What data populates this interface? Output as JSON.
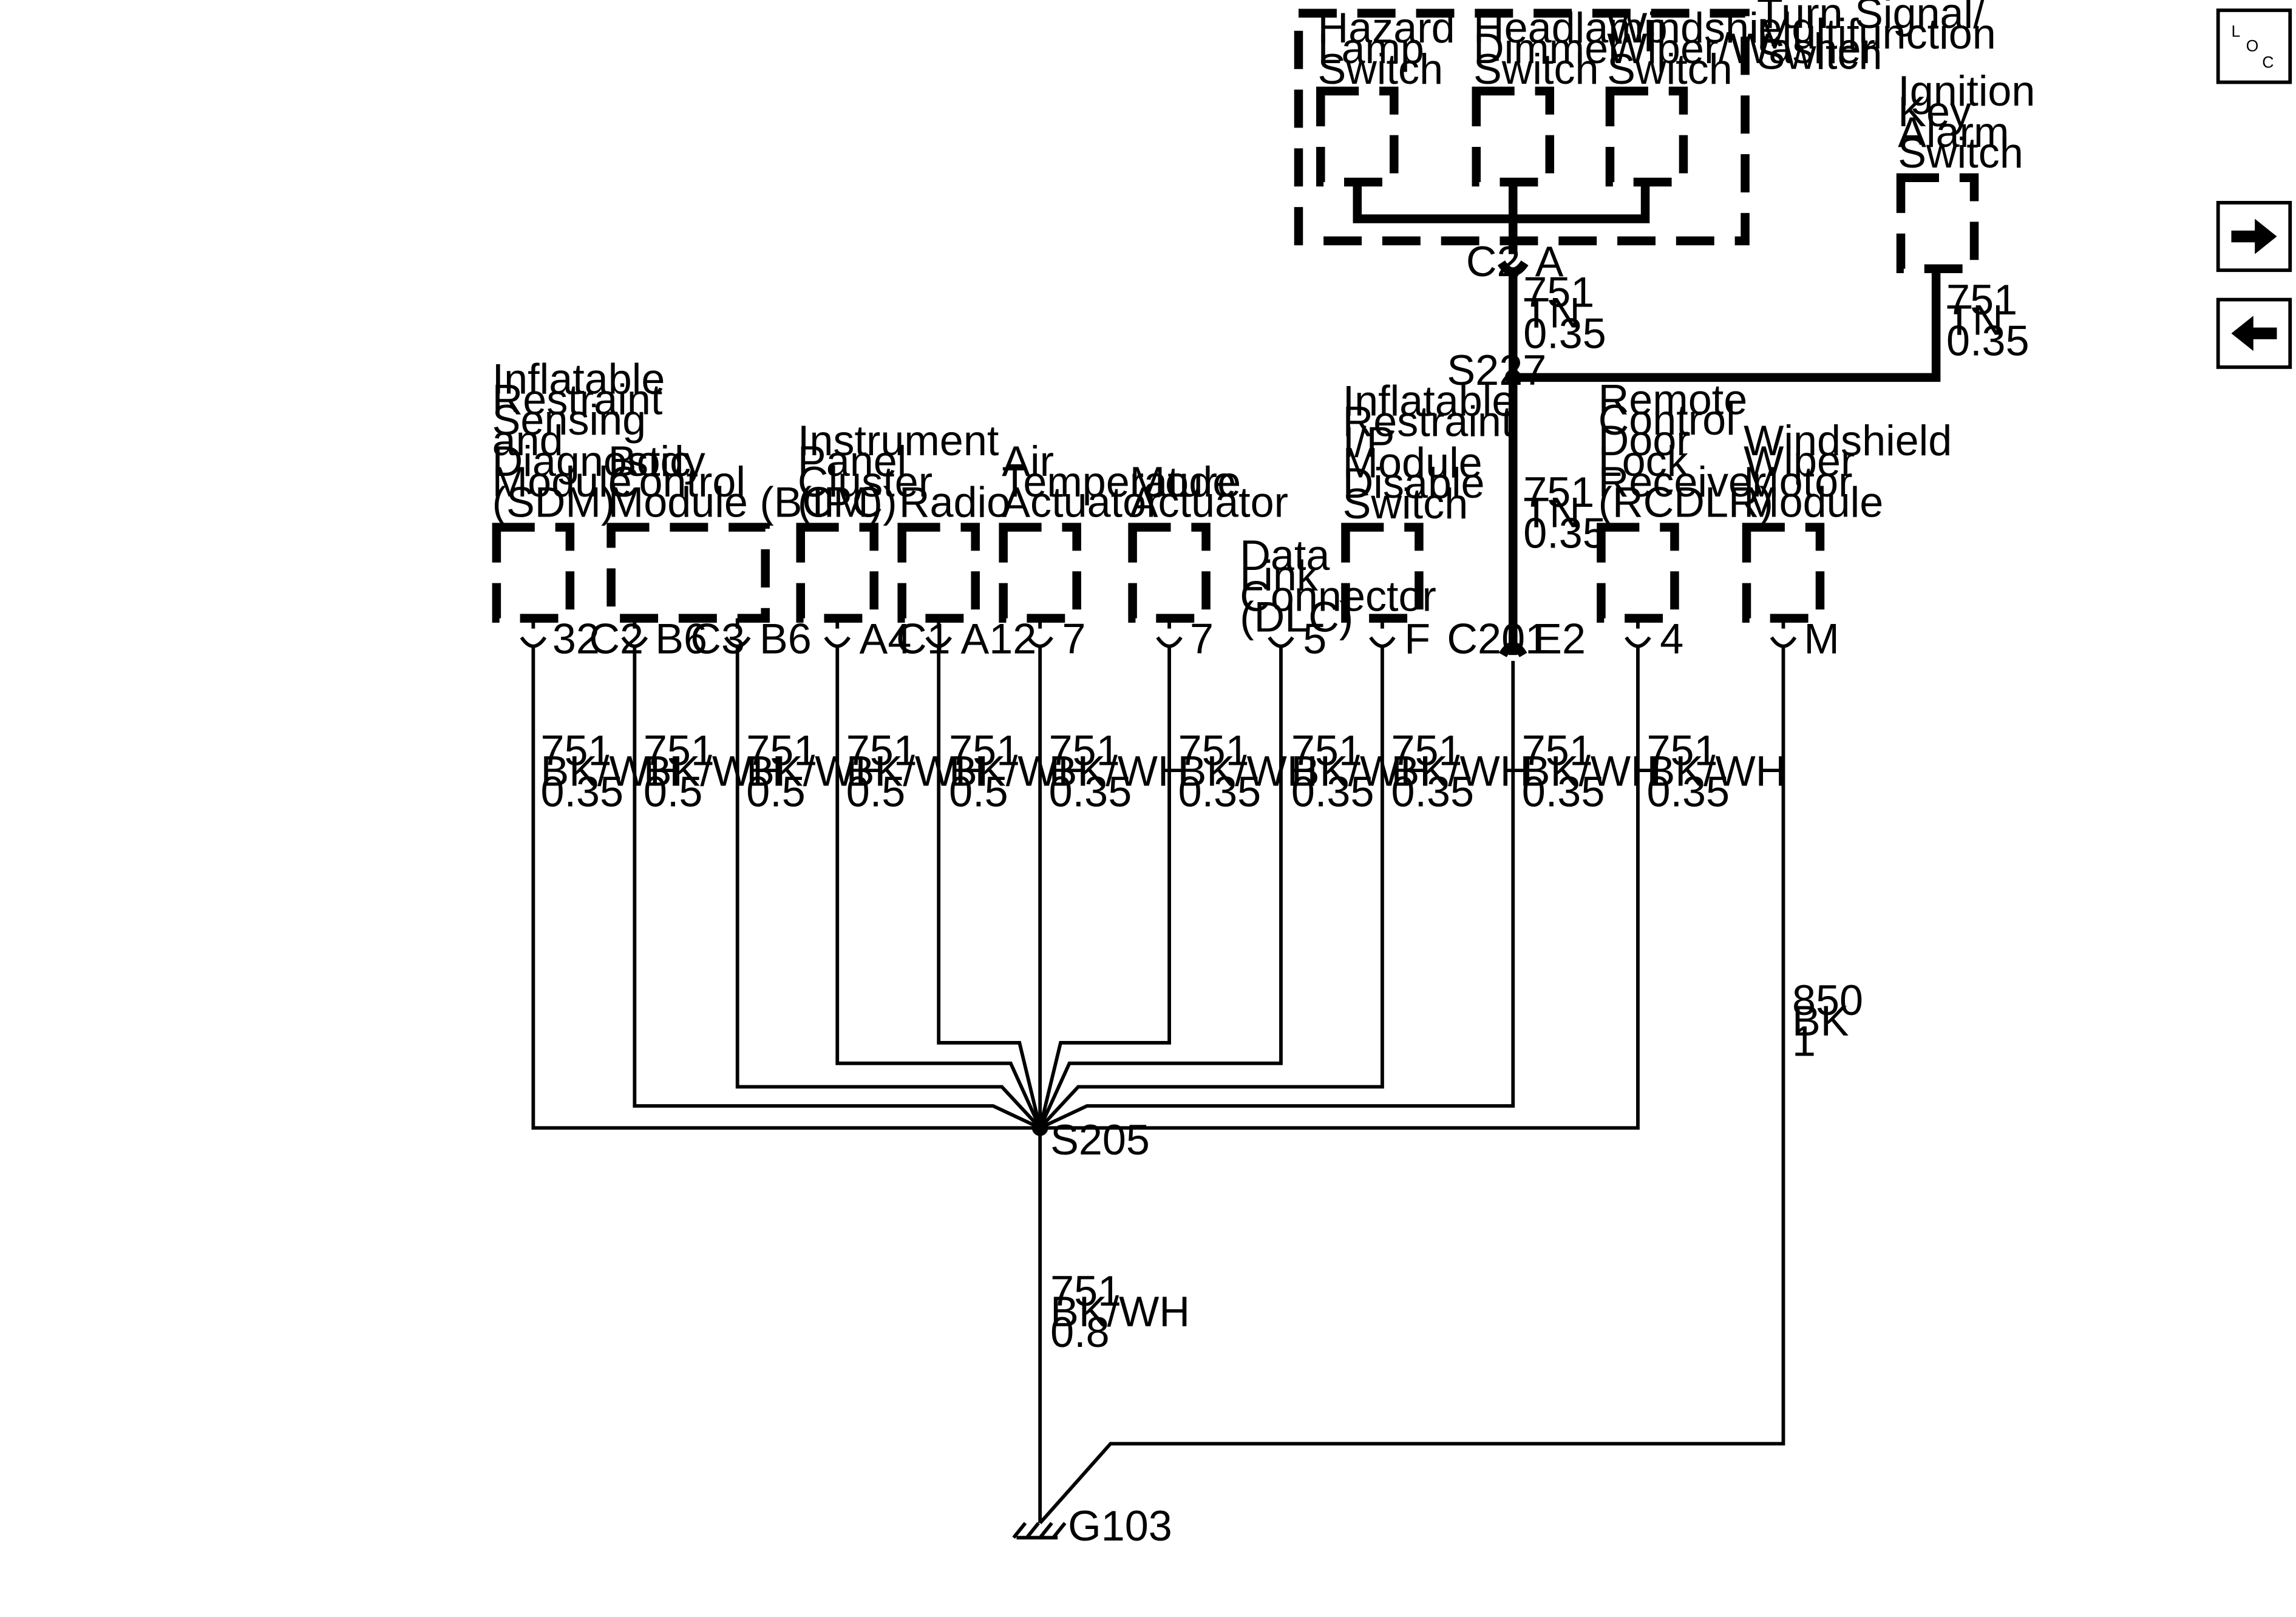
{
  "components": {
    "turn_signal_switch": [
      "Turn Signal/",
      "Multifunction",
      "Switch"
    ],
    "hazard_lamp_switch": [
      "Hazard",
      "Lamp",
      "Switch"
    ],
    "headlamp_dimmer_switch": [
      "Headlamp",
      "Dimmer",
      "Switch"
    ],
    "windshield_wiper_washer_switch": [
      "Windshield",
      "Wiper/Washer",
      "Switch"
    ],
    "ignition_key_alarm_switch": [
      "Ignition",
      "Key",
      "Alarm",
      "Switch"
    ],
    "sdm": [
      "Inflatable",
      "Restraint",
      "Sensing",
      "and",
      "Diagnostic",
      "Module",
      "(SDM)"
    ],
    "bcm": [
      "Body",
      "Control",
      "Module (BCM)"
    ],
    "ipc": [
      "Instrument",
      "Panel",
      "Cluster",
      "(IPC)"
    ],
    "radio": [
      "Radio"
    ],
    "air_temp_actuator": [
      "Air",
      "Temperature",
      "Actuator"
    ],
    "mode_actuator": [
      "Mode",
      "Actuator"
    ],
    "dlc": [
      "Data",
      "Link",
      "Connector",
      "(DLC)"
    ],
    "ip_module_disable_switch": [
      "Inflatable",
      "Restraint",
      "I/P",
      "Module",
      "Disable",
      "Switch"
    ],
    "rcdlr": [
      "Remote",
      "Control",
      "Door",
      "Lock",
      "Receiver",
      "(RCDLR)"
    ],
    "wiper_motor_module": [
      "Windshield",
      "Wiper",
      "Motor",
      "Module"
    ]
  },
  "connectors": {
    "c2": "C2",
    "c2_pin": "A",
    "sdm_pin": "32",
    "bcm_c2": "C2",
    "bcm_c2_pin": "B6",
    "bcm_c3": "C3",
    "bcm_c3_pin": "B6",
    "ipc_pin": "A4",
    "radio_c1": "C1",
    "radio_pin": "A12",
    "air_temp_pin": "7",
    "mode_pin": "7",
    "dlc_pin": "5",
    "ip_disable_pin": "F",
    "c201": "C201",
    "c201_pin": "E2",
    "rcdlr_pin": "4",
    "wiper_pin": "M"
  },
  "splices": {
    "s227": "S227",
    "s205": "S205"
  },
  "ground": "G103",
  "wires": {
    "switch_to_s227": [
      "751",
      "TN",
      "0.35"
    ],
    "ignition_to_s227": [
      "751",
      "TN",
      "0.35"
    ],
    "s227_to_c201": [
      "751",
      "TN",
      "0.35"
    ],
    "sdm": [
      "751",
      "BK/WH",
      "0.35"
    ],
    "bcm_c2": [
      "751",
      "BK/WH",
      "0.5"
    ],
    "bcm_c3": [
      "751",
      "BK/WH",
      "0.5"
    ],
    "ipc": [
      "751",
      "BK/WH",
      "0.5"
    ],
    "radio": [
      "751",
      "BK/WH",
      "0.5"
    ],
    "air_temp": [
      "751",
      "BK/WH",
      "0.35"
    ],
    "mode": [
      "751",
      "BK/WH",
      "0.35"
    ],
    "dlc": [
      "751",
      "BK/WH",
      "0.35"
    ],
    "ip_disable": [
      "751",
      "BK/WH",
      "0.35"
    ],
    "c201": [
      "751",
      "BK/WH",
      "0.35"
    ],
    "rcdlr": [
      "751",
      "BK/WH",
      "0.35"
    ],
    "s205_to_ground": [
      "751",
      "BK/WH",
      "0.8"
    ],
    "wiper_to_ground": [
      "850",
      "BK",
      "1"
    ]
  },
  "nav": {
    "loc_letters": [
      "L",
      "O",
      "C"
    ],
    "next_icon": "right-arrow-icon",
    "prev_icon": "left-arrow-icon"
  }
}
